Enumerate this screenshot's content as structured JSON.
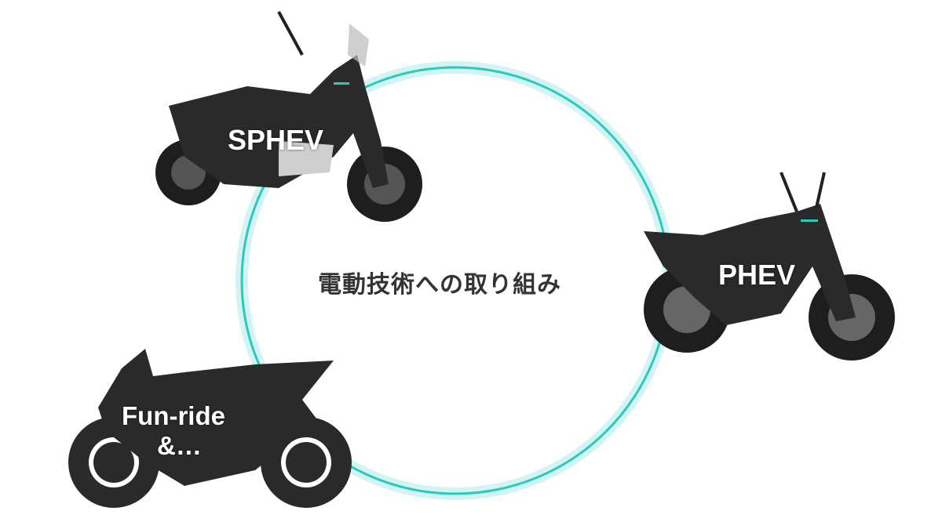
{
  "center_title": "電動技術への取り組み",
  "nodes": [
    {
      "label": "SPHEV",
      "icon": "scooter-hybrid-motorcycle"
    },
    {
      "label": "PHEV",
      "icon": "naked-motorcycle"
    },
    {
      "label": "Fun-ride",
      "label2": "&…",
      "icon": "sport-bike-silhouette"
    }
  ],
  "colors": {
    "ring": "#2cc9bd",
    "ring_glow": "#bff0ec",
    "text": "#333333",
    "bike": "#2a2a2a"
  }
}
